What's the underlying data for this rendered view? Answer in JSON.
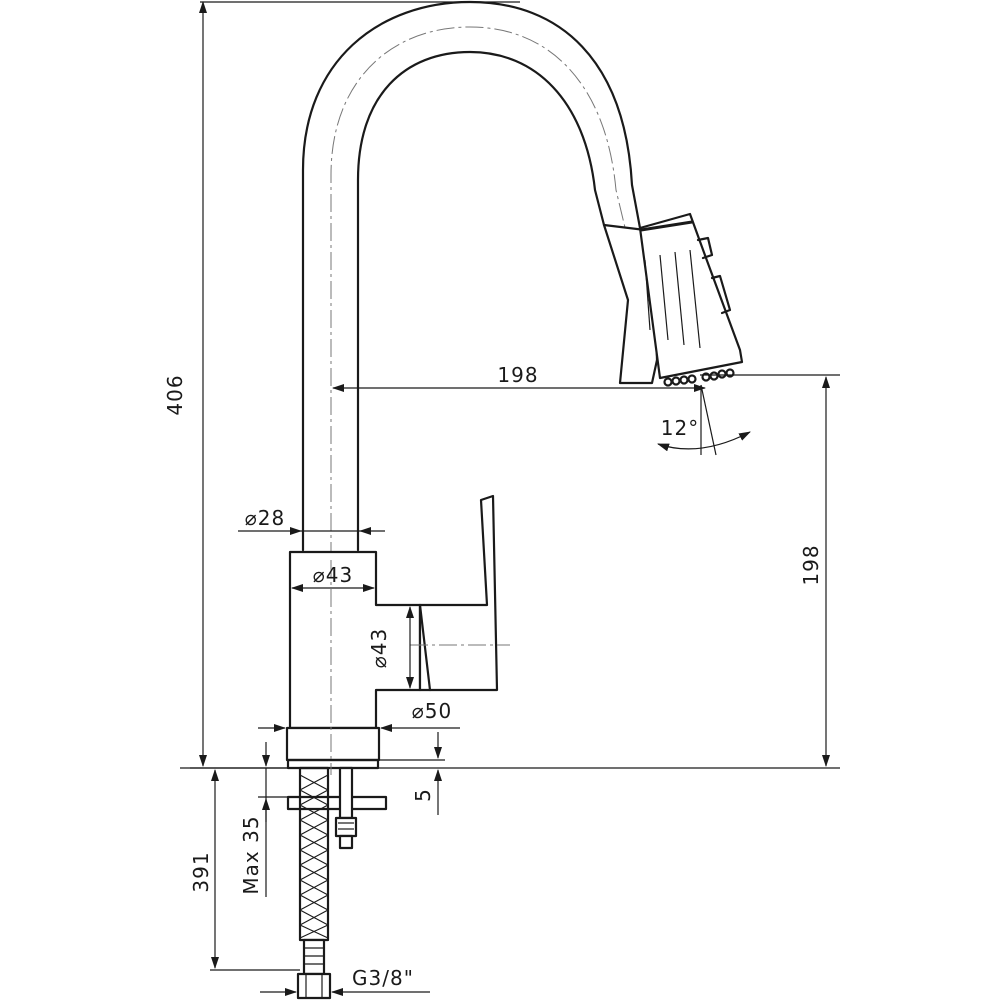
{
  "dimensions": {
    "total_height": "406",
    "reach": "198",
    "spout_height": "198",
    "spray_angle": "12°",
    "spout_diameter": "⌀28",
    "body_upper_diameter": "⌀43",
    "handle_diameter": "⌀43",
    "base_diameter": "⌀50",
    "base_gap": "5",
    "max_counter_thickness": "Max 35",
    "hose_length": "391",
    "connection_thread": "G3/8\""
  }
}
